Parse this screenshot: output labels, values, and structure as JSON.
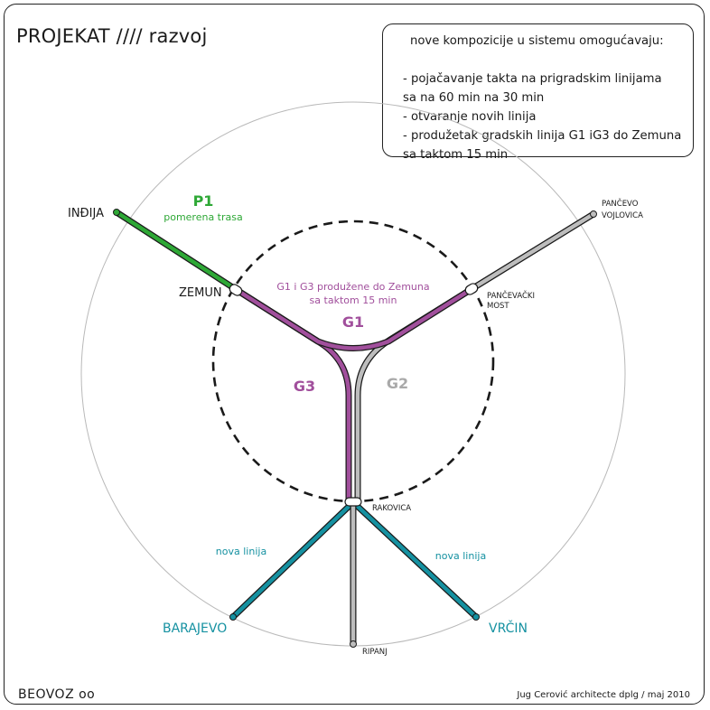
{
  "title": "PROJEKAT //// razvoj",
  "info": {
    "heading": "nove kompozicije u sistemu omogućavaju:",
    "lines": [
      "- pojačavanje takta na prigradskim linijama",
      "sa na 60 min na 30 min",
      "- otvaranje novih linija",
      "- produžetak gradskih linija G1 iG3 do Zemuna",
      "sa taktom 15 min"
    ]
  },
  "stations": {
    "indjija": "INĐIJA",
    "zemun": "ZEMUN",
    "pancevo_line1": "PANČEVO",
    "pancevo_line2": "VOJLOVICA",
    "pancevacki_line1": "PANČEVAČKI",
    "pancevacki_line2": "MOST",
    "rakovica": "RAKOVICA",
    "barajevo": "BARAJEVO",
    "vrcin": "VRČIN",
    "ripanj": "RIPANJ"
  },
  "lines": {
    "p1": "P1",
    "p1_note": "pomerena trasa",
    "g1": "G1",
    "g2": "G2",
    "g3": "G3",
    "g_note_line1": "G1 i G3 produžene do Zemuna",
    "g_note_line2": "sa taktom 15 min",
    "nova_left": "nova linija",
    "nova_right": "nova linija"
  },
  "colors": {
    "p1": "#2ea836",
    "g_purple": "#a14f9c",
    "g_grey": "#a9a9a9",
    "nova": "#1591a1",
    "text": "#1a1a1a"
  },
  "footer": {
    "left": "BEOVOZ oo",
    "right": "Jug Cerović architecte dplg / maj 2010"
  }
}
